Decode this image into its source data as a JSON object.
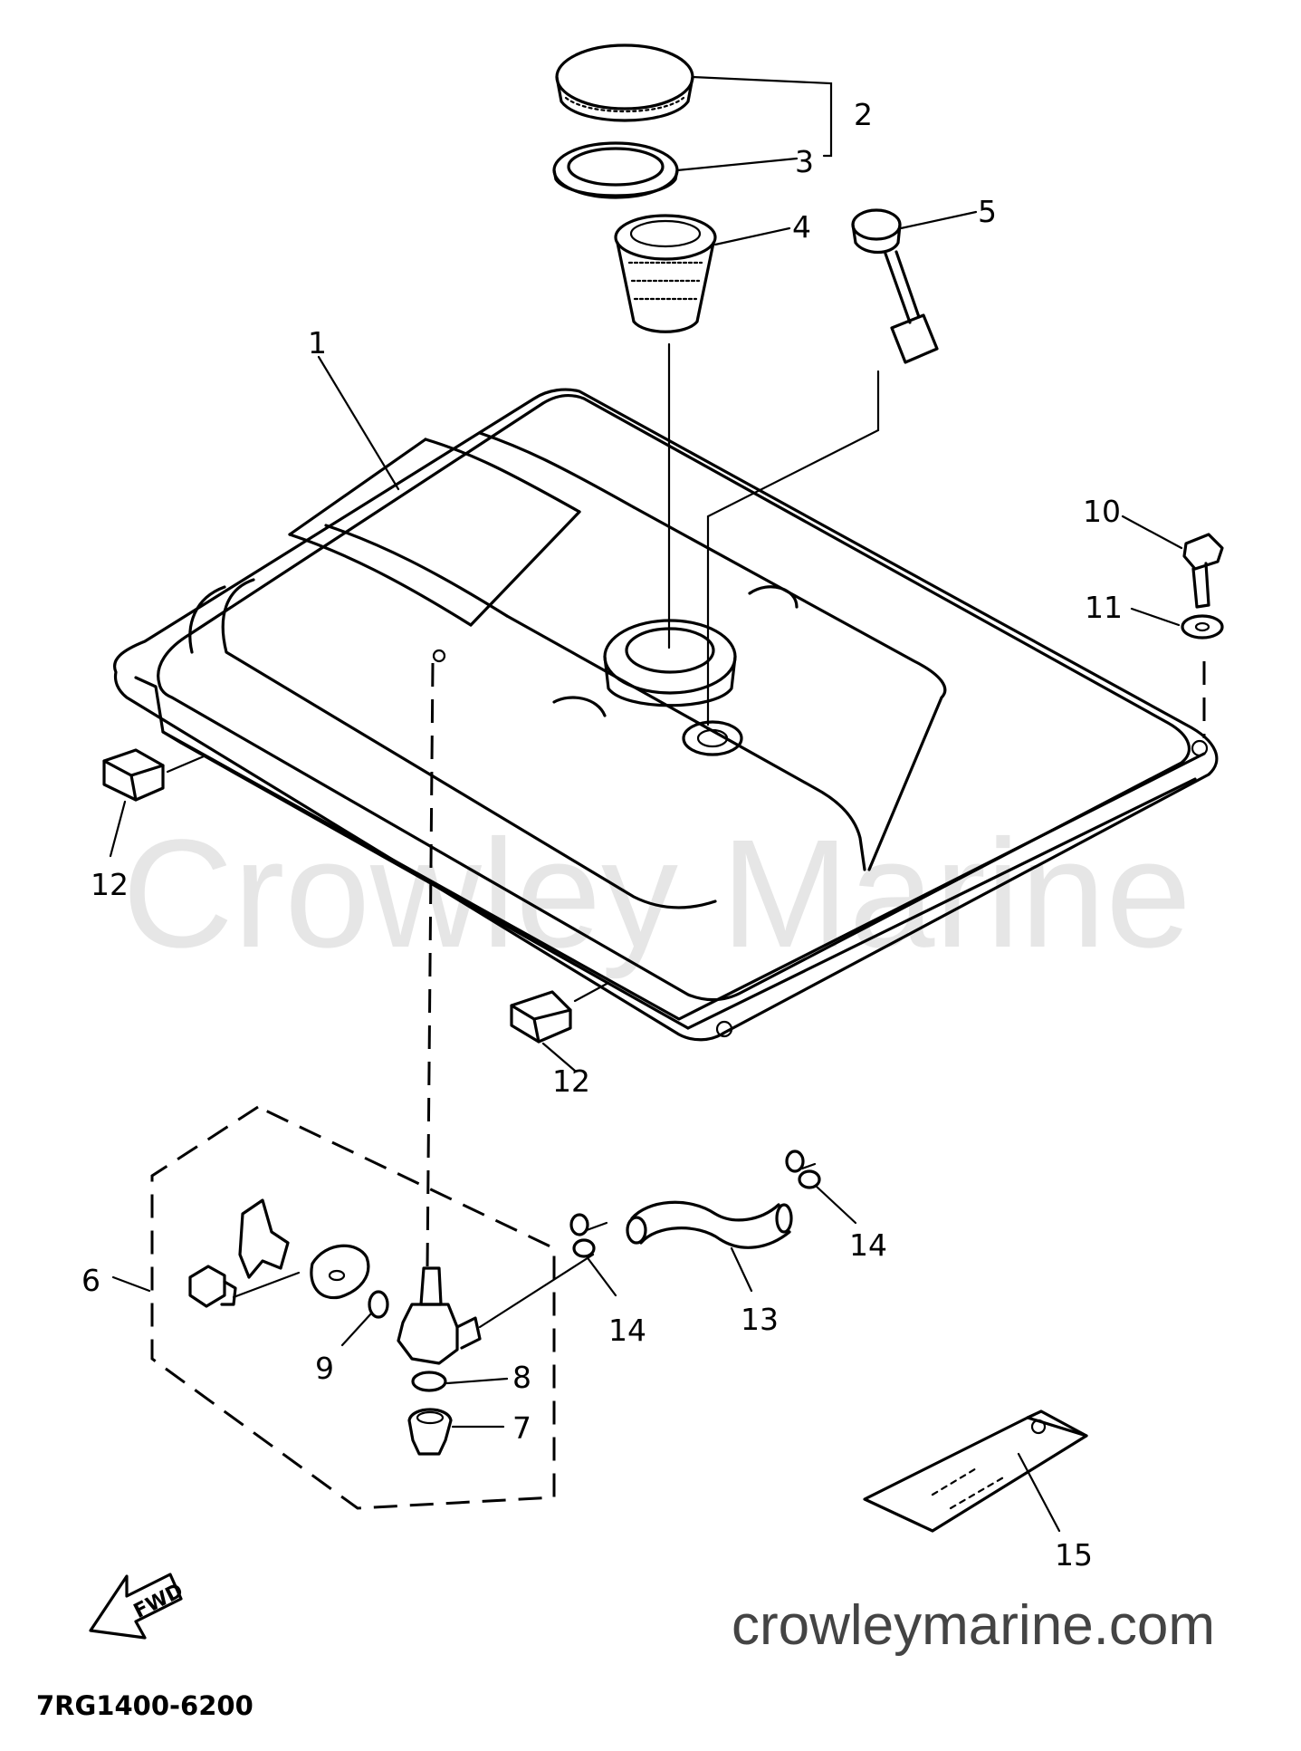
{
  "diagram": {
    "watermark": "Crowley Marine",
    "website": "crowleymarine.com",
    "part_code": "7RG1400-6200",
    "direction_label": "FWD",
    "callouts": [
      {
        "id": "c1",
        "text": "1"
      },
      {
        "id": "c2",
        "text": "2"
      },
      {
        "id": "c3",
        "text": "3"
      },
      {
        "id": "c4",
        "text": "4"
      },
      {
        "id": "c5",
        "text": "5"
      },
      {
        "id": "c6",
        "text": "6"
      },
      {
        "id": "c7",
        "text": "7"
      },
      {
        "id": "c8",
        "text": "8"
      },
      {
        "id": "c9",
        "text": "9"
      },
      {
        "id": "c10",
        "text": "10"
      },
      {
        "id": "c11",
        "text": "11"
      },
      {
        "id": "c12a",
        "text": "12"
      },
      {
        "id": "c12b",
        "text": "12"
      },
      {
        "id": "c13",
        "text": "13"
      },
      {
        "id": "c14a",
        "text": "14"
      },
      {
        "id": "c14b",
        "text": "14"
      },
      {
        "id": "c15",
        "text": "15"
      }
    ]
  }
}
